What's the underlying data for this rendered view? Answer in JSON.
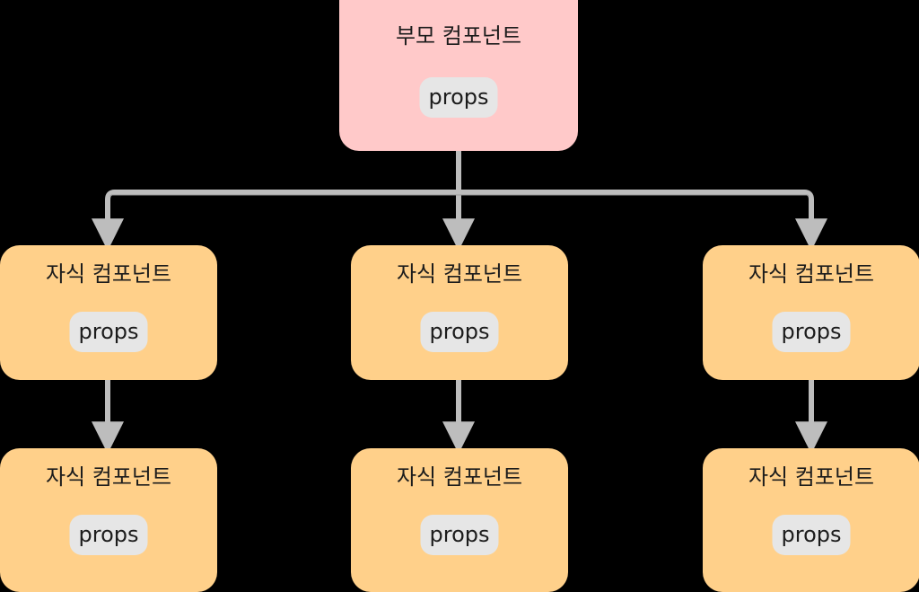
{
  "diagram": {
    "parent": {
      "title": "부모 컴포넌트",
      "badge": "props"
    },
    "children": [
      {
        "title": "자식 컴포넌트",
        "badge": "props"
      },
      {
        "title": "자식 컴포넌트",
        "badge": "props"
      },
      {
        "title": "자식 컴포넌트",
        "badge": "props"
      },
      {
        "title": "자식 컴포넌트",
        "badge": "props"
      },
      {
        "title": "자식 컴포넌트",
        "badge": "props"
      },
      {
        "title": "자식 컴포넌트",
        "badge": "props"
      }
    ],
    "colors": {
      "parent_fill": "#ffc9c9",
      "child_fill": "#ffd08a",
      "badge_fill": "#e6e6e6",
      "connector": "#bdbdbd"
    }
  }
}
